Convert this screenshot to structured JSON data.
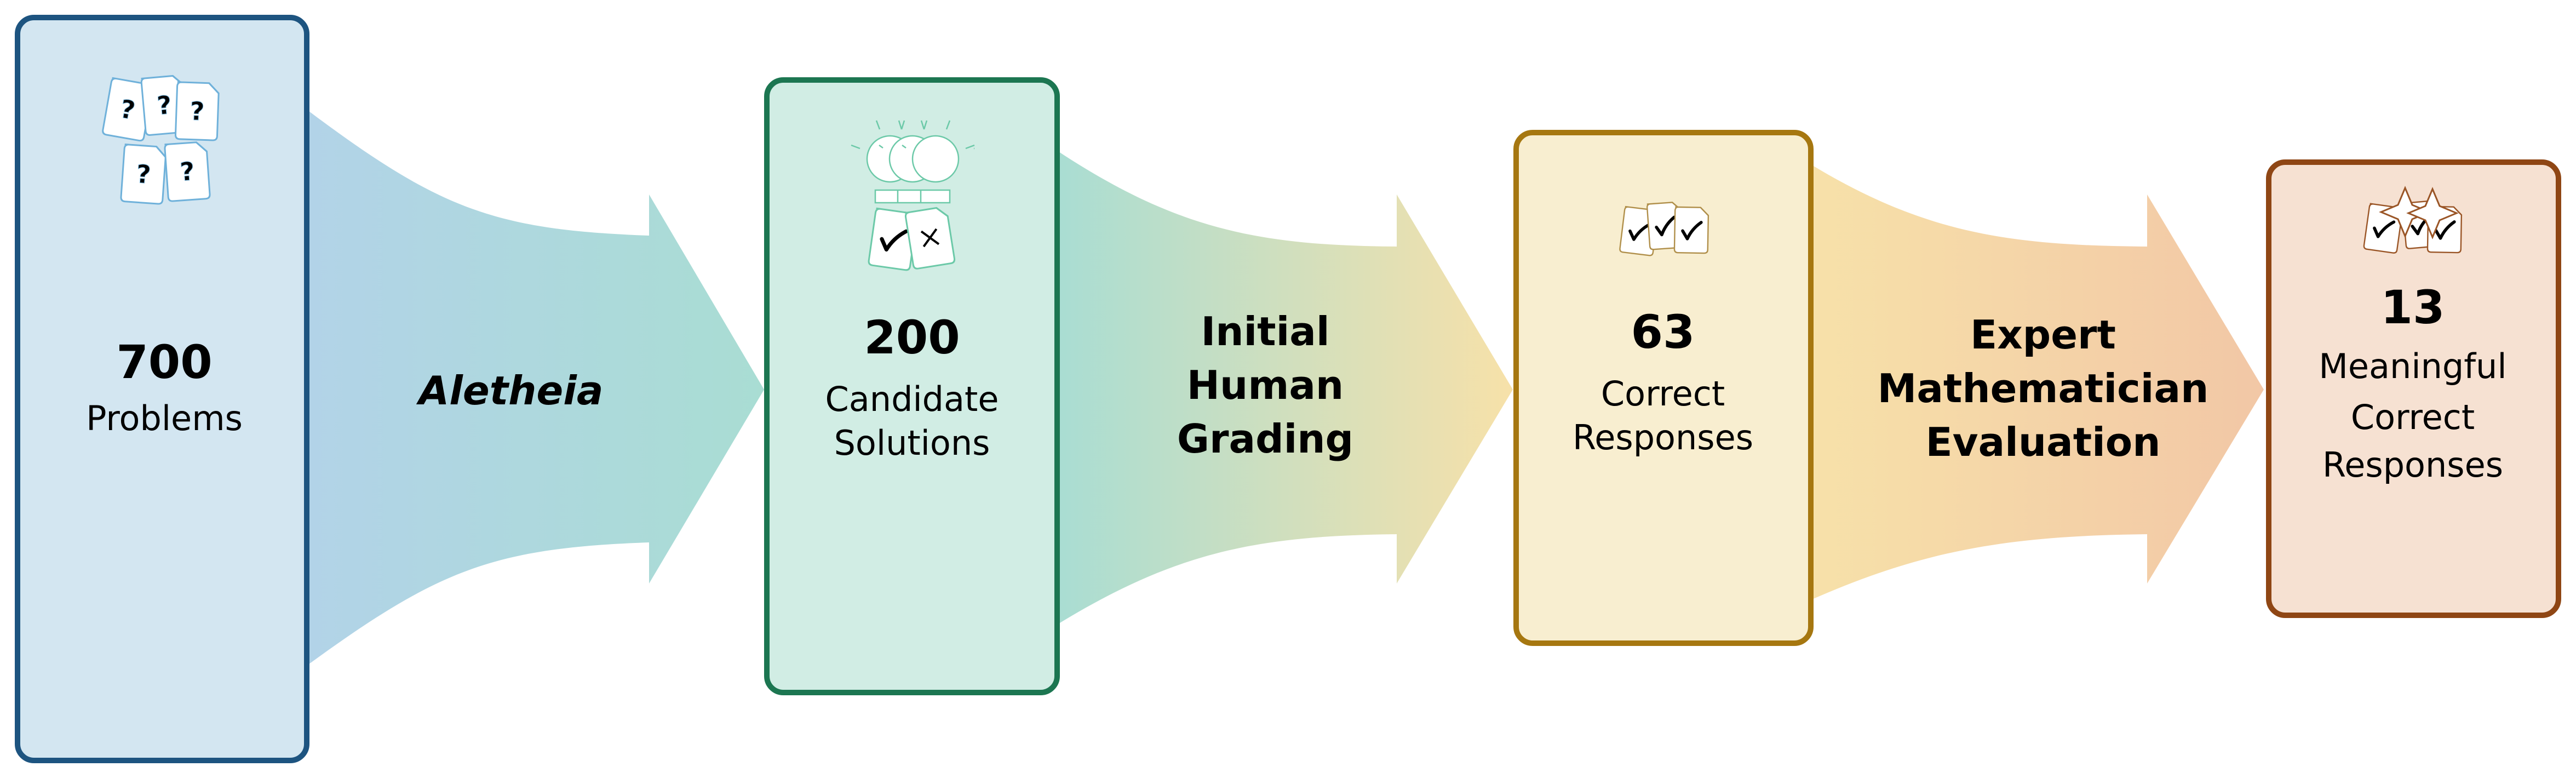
{
  "colors": {
    "stage1_border": "#1d5480",
    "stage1_fill": "#d3e6f1",
    "stage2_border": "#1c7651",
    "stage2_fill": "#d1ede4",
    "stage3_border": "#a67710",
    "stage3_fill": "#f8eed0",
    "stage4_border": "#8f4614",
    "stage4_fill": "#f6e1d2"
  },
  "stages": [
    {
      "count": "700",
      "label_lines": [
        "Problems"
      ],
      "icon": "question-cards-icon"
    },
    {
      "count": "200",
      "label_lines": [
        "Candidate",
        "Solutions"
      ],
      "icon": "idea-bulbs-graded-cards-icon"
    },
    {
      "count": "63",
      "label_lines": [
        "Correct",
        "Responses"
      ],
      "icon": "checked-cards-icon"
    },
    {
      "count": "13",
      "label_lines": [
        "Meaningful",
        "Correct",
        "Responses"
      ],
      "icon": "starred-checked-cards-icon"
    }
  ],
  "arrows": [
    {
      "label_lines": [
        "Aletheia"
      ]
    },
    {
      "label_lines": [
        "Initial",
        "Human",
        "Grading"
      ]
    },
    {
      "label_lines": [
        "Expert",
        "Mathematician",
        "Evaluation"
      ]
    }
  ],
  "card_glyph": "?"
}
